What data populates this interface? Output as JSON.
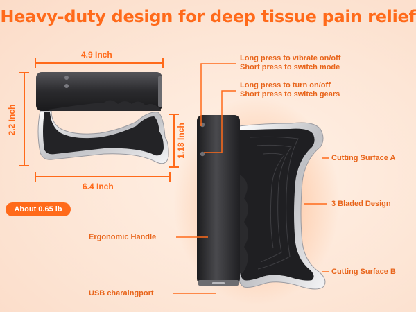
{
  "headline": "Heavy-duty design for deep tissue pain relief",
  "dimensions": {
    "top_width": "4.9 Inch",
    "bottom_width": "6.4 Inch",
    "height": "2.2 Inch",
    "blade_height": "1.18 Inch"
  },
  "weight": "About 0.65 lb",
  "callouts": {
    "vibrate": [
      "Long press to vibrate on/off",
      "Short press to switch mode"
    ],
    "power": [
      "Long press to turn on/off",
      "Short press to switch gears"
    ],
    "cutting_a": "Cutting Surface A",
    "three_blade": "3 Bladed Design",
    "cutting_b": "Cutting Surface B",
    "handle": "Ergonomic Handle",
    "usb": "USB charaingport"
  },
  "colors": {
    "accent": "#ff6a1a",
    "background": "#fde6d6",
    "device_body": "#2b2b2e",
    "blade_steel": "#d9d9dc"
  }
}
